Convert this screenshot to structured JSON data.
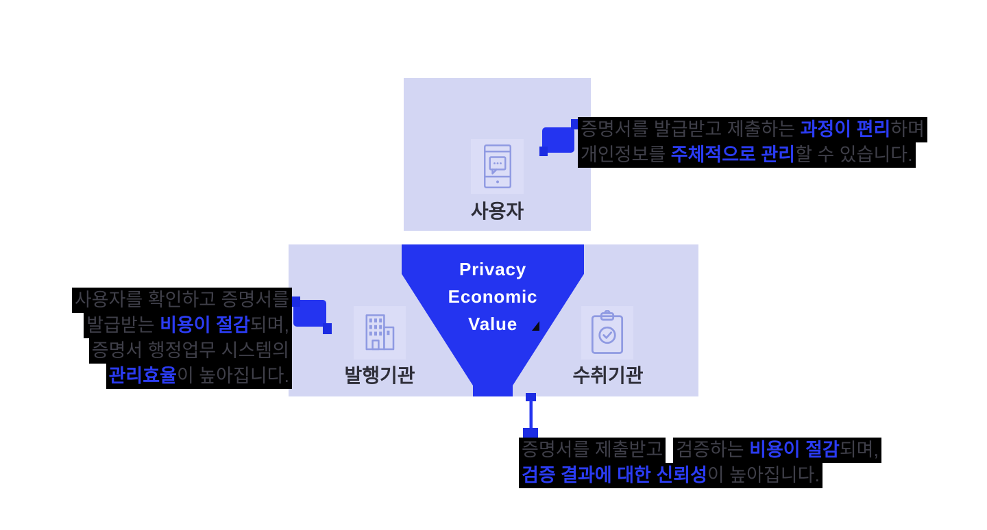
{
  "colors": {
    "accent": "#2434f0",
    "accent_dark": "#1c2ce2",
    "panel": "#d3d6f3",
    "tile": "#dbddf7",
    "highlight": "#2b3cf4",
    "body_text": "#3f3f49",
    "text_bg": "#000000",
    "label": "#2e2e38",
    "icon_stroke": "#8f9ae2",
    "funnel_text": "#ffffff"
  },
  "user_box": {
    "label": "사용자",
    "icon": "phone-chat-icon"
  },
  "institutions": {
    "issuer": {
      "label": "발행기관",
      "icon": "building-icon"
    },
    "receiver": {
      "label": "수취기관",
      "icon": "clipboard-check-icon"
    }
  },
  "funnel": {
    "lines": [
      "Privacy",
      "Economic",
      "Value"
    ]
  },
  "annotations": {
    "user": {
      "line1": [
        {
          "t": "증명서를 발급받고 제출하는 ",
          "hl": false
        },
        {
          "t": "과정이 편리",
          "hl": true
        },
        {
          "t": "하며",
          "hl": false
        }
      ],
      "line2": [
        {
          "t": "개인정보를 ",
          "hl": false
        },
        {
          "t": "주체적으로 관리",
          "hl": true
        },
        {
          "t": "할 수 있습니다.",
          "hl": false
        }
      ]
    },
    "issuer": {
      "line1": [
        {
          "t": "사용자를 확인하고 증명서를",
          "hl": false
        }
      ],
      "line2": [
        {
          "t": "발급받는 ",
          "hl": false
        },
        {
          "t": "비용이 절감",
          "hl": true
        },
        {
          "t": "되며,",
          "hl": false
        }
      ],
      "line3": [
        {
          "t": "증명서 행정업무 시스템의",
          "hl": false
        }
      ],
      "line4": [
        {
          "t": "관리효율",
          "hl": true
        },
        {
          "t": "이 높아집니다.",
          "hl": false
        }
      ]
    },
    "receiver": {
      "line1a": [
        {
          "t": "증명서를 제출받고",
          "hl": false
        }
      ],
      "line1b": [
        {
          "t": "검증하는 ",
          "hl": false
        },
        {
          "t": "비용이 절감",
          "hl": true
        },
        {
          "t": "되며,",
          "hl": false
        }
      ],
      "line2": [
        {
          "t": "검증 결과에 대한 신뢰성",
          "hl": true
        },
        {
          "t": "이 높아집니다.",
          "hl": false
        }
      ]
    }
  }
}
